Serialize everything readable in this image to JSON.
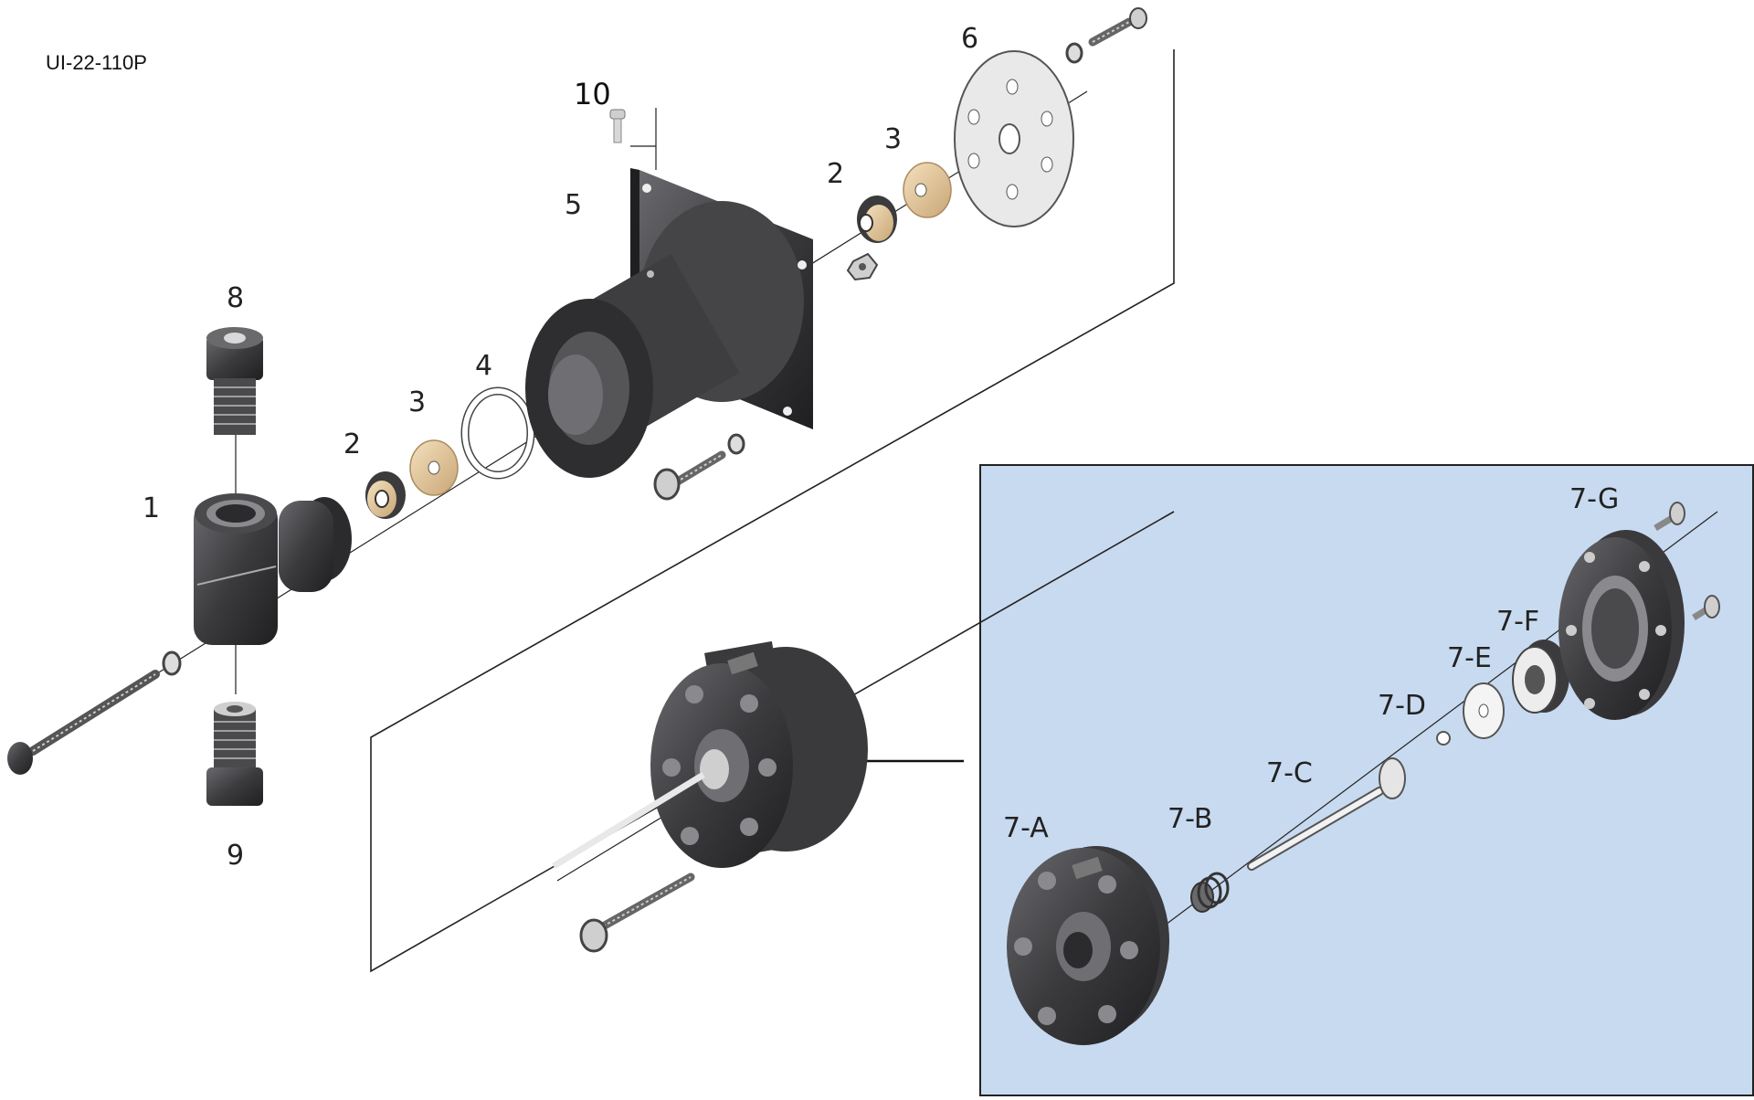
{
  "model_code": "UI-22-110P",
  "labels": {
    "p1": "1",
    "p2a": "2",
    "p3a": "3",
    "p4": "4",
    "p5": "5",
    "p2b": "2",
    "p3b": "3",
    "p6": "6",
    "p8": "8",
    "p9": "9",
    "p10": "10",
    "p7a": "7-A",
    "p7b": "7-B",
    "p7c": "7-C",
    "p7d": "7-D",
    "p7e": "7-E",
    "p7f": "7-F",
    "p7g": "7-G"
  },
  "colors": {
    "part_dark": "#3b3b3e",
    "part_mid": "#59595d",
    "seal_tan": "#e6c89a",
    "plate_light": "#e9e9ea",
    "inset_bg": "#c8daf0",
    "line": "#222222"
  }
}
